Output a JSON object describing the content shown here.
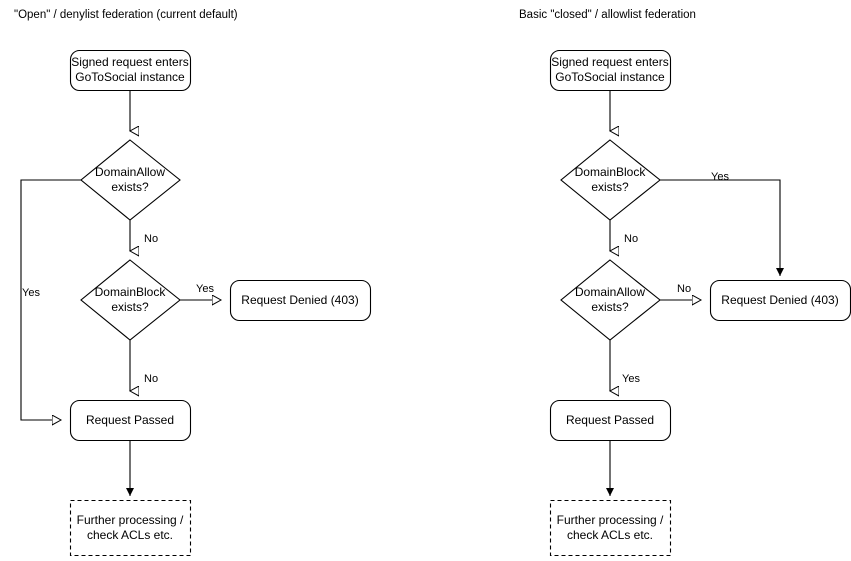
{
  "diagram": {
    "type": "flowchart",
    "panels": [
      {
        "id": "open-denylist",
        "title": "\"Open\" / denylist federation (current default)",
        "nodes": [
          {
            "id": "entry",
            "shape": "rounded-rect",
            "text": "Signed request enters\nGoToSocial instance"
          },
          {
            "id": "domain-allow",
            "shape": "diamond",
            "text": "DomainAllow\nexists?"
          },
          {
            "id": "domain-block",
            "shape": "diamond",
            "text": "DomainBlock\nexists?"
          },
          {
            "id": "denied",
            "shape": "rounded-rect",
            "text": "Request Denied (403)"
          },
          {
            "id": "passed",
            "shape": "rounded-rect",
            "text": "Request Passed"
          },
          {
            "id": "further",
            "shape": "dashed-rect",
            "text": "Further processing /\ncheck ACLs etc."
          }
        ],
        "edges": [
          {
            "from": "entry",
            "to": "domain-allow",
            "label": "",
            "arrow": "open"
          },
          {
            "from": "domain-allow",
            "to": "passed",
            "label": "Yes",
            "arrow": "open"
          },
          {
            "from": "domain-allow",
            "to": "domain-block",
            "label": "No",
            "arrow": "open"
          },
          {
            "from": "domain-block",
            "to": "denied",
            "label": "Yes",
            "arrow": "open"
          },
          {
            "from": "domain-block",
            "to": "passed",
            "label": "No",
            "arrow": "open"
          },
          {
            "from": "passed",
            "to": "further",
            "label": "",
            "arrow": "filled"
          }
        ]
      },
      {
        "id": "closed-allowlist",
        "title": "Basic \"closed\" / allowlist federation",
        "nodes": [
          {
            "id": "entry",
            "shape": "rounded-rect",
            "text": "Signed request enters\nGoToSocial instance"
          },
          {
            "id": "domain-block",
            "shape": "diamond",
            "text": "DomainBlock\nexists?"
          },
          {
            "id": "domain-allow",
            "shape": "diamond",
            "text": "DomainAllow\nexists?"
          },
          {
            "id": "denied",
            "shape": "rounded-rect",
            "text": "Request Denied (403)"
          },
          {
            "id": "passed",
            "shape": "rounded-rect",
            "text": "Request Passed"
          },
          {
            "id": "further",
            "shape": "dashed-rect",
            "text": "Further processing /\ncheck ACLs etc."
          }
        ],
        "edges": [
          {
            "from": "entry",
            "to": "domain-block",
            "label": "",
            "arrow": "open"
          },
          {
            "from": "domain-block",
            "to": "denied",
            "label": "Yes",
            "arrow": "filled"
          },
          {
            "from": "domain-block",
            "to": "domain-allow",
            "label": "No",
            "arrow": "open"
          },
          {
            "from": "domain-allow",
            "to": "denied",
            "label": "No",
            "arrow": "open"
          },
          {
            "from": "domain-allow",
            "to": "passed",
            "label": "Yes",
            "arrow": "open"
          },
          {
            "from": "passed",
            "to": "further",
            "label": "",
            "arrow": "filled"
          }
        ]
      }
    ],
    "colors": {
      "stroke": "#000000",
      "fill": "#ffffff",
      "text": "#000000"
    }
  },
  "left": {
    "title": "\"Open\" / denylist federation (current default)",
    "entry": "Signed request enters\nGoToSocial instance",
    "allow": "DomainAllow\nexists?",
    "block": "DomainBlock\nexists?",
    "denied": "Request Denied (403)",
    "passed": "Request Passed",
    "further": "Further processing /\ncheck ACLs etc.",
    "label_yes_allow": "Yes",
    "label_no_allow": "No",
    "label_yes_block": "Yes",
    "label_no_block": "No"
  },
  "right": {
    "title": "Basic \"closed\" / allowlist federation",
    "entry": "Signed request enters\nGoToSocial instance",
    "block": "DomainBlock\nexists?",
    "allow": "DomainAllow\nexists?",
    "denied": "Request Denied (403)",
    "passed": "Request Passed",
    "further": "Further processing /\ncheck ACLs etc.",
    "label_yes_block": "Yes",
    "label_no_block": "No",
    "label_no_allow": "No",
    "label_yes_allow": "Yes"
  }
}
